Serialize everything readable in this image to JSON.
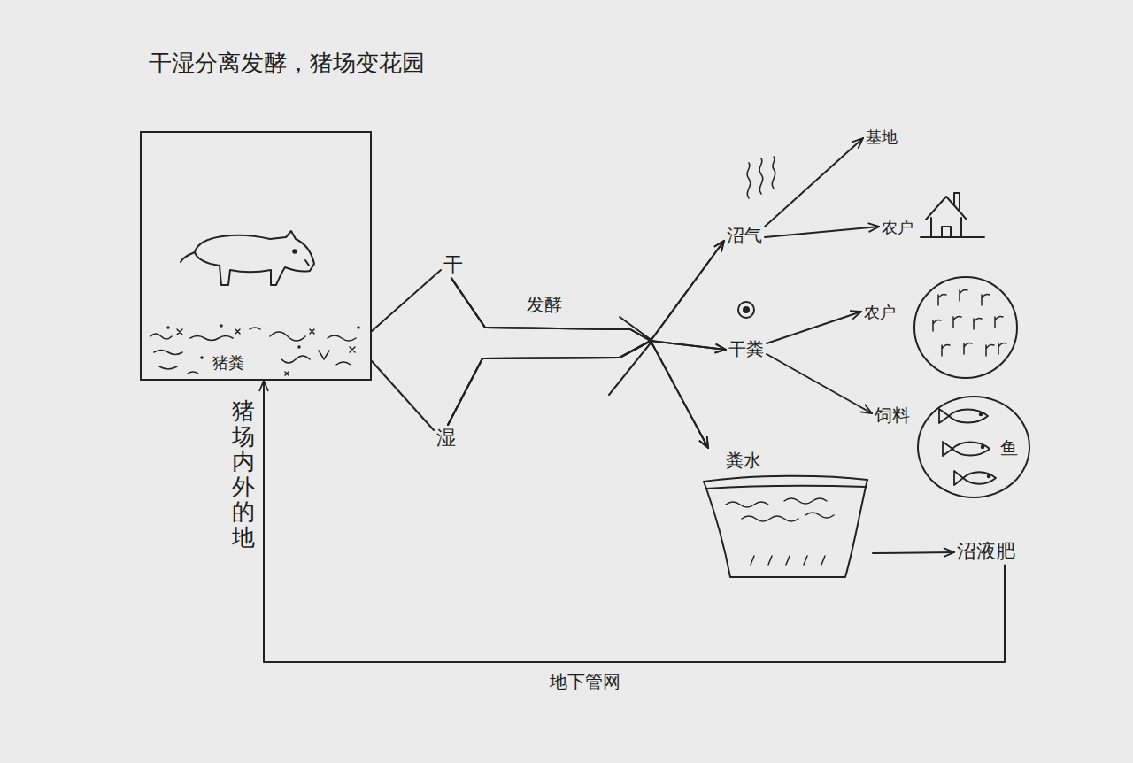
{
  "diagram": {
    "title": "干湿分离发酵，猪场变花园",
    "nodes": [
      {
        "text": [
          "猪粪"
        ]
      },
      {
        "text": [
          "干"
        ]
      },
      {
        "text": [
          "湿"
        ]
      },
      {
        "text": [
          "沼气"
        ]
      },
      {
        "text": [
          "基地"
        ]
      },
      {
        "text": [
          "农户"
        ]
      },
      {
        "text": [
          "干粪"
        ]
      },
      {
        "text": [
          "农户"
        ]
      },
      {
        "text": [
          "饲料"
        ]
      },
      {
        "text": [
          "鱼"
        ]
      },
      {
        "text": [
          "粪水"
        ]
      },
      {
        "text": [
          "沼液肥"
        ]
      }
    ],
    "edges": [
      {
        "from": 0,
        "to": 1,
        "arrow": "none"
      },
      {
        "from": 0,
        "to": 2,
        "arrow": "none"
      },
      {
        "from": 1,
        "to": 3,
        "arrow": "to",
        "label": "发酵"
      },
      {
        "from": 1,
        "to": 6,
        "arrow": "to"
      },
      {
        "from": 1,
        "to": 10,
        "arrow": "to"
      },
      {
        "from": 2,
        "to": 3,
        "arrow": "to"
      },
      {
        "from": 2,
        "to": 6,
        "arrow": "to"
      },
      {
        "from": 2,
        "to": 10,
        "arrow": "to"
      },
      {
        "from": 3,
        "to": 4,
        "arrow": "to"
      },
      {
        "from": 3,
        "to": 5,
        "arrow": "to"
      },
      {
        "from": 6,
        "to": 7,
        "arrow": "to"
      },
      {
        "from": 6,
        "to": 8,
        "arrow": "to"
      },
      {
        "from": 10,
        "to": 11,
        "arrow": "to"
      },
      {
        "from": 11,
        "to": 0,
        "arrow": "to",
        "label": "地下管网"
      }
    ],
    "labels": [
      "猪场内外的地"
    ]
  }
}
